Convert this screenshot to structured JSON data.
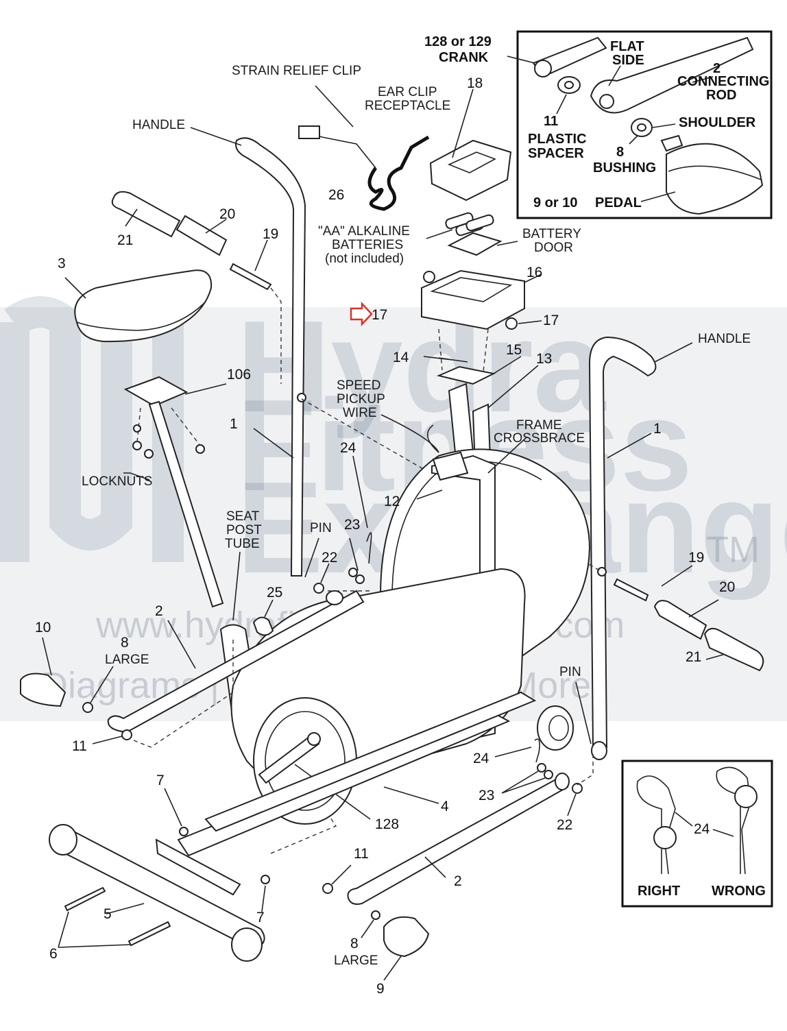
{
  "watermark": {
    "line1": "Hydra",
    "line2": "Fitness",
    "line3": "Exchange",
    "tm": "TM",
    "url": "www.hydrafitnessexchange.com",
    "tagline": "Diagrams | Parts Lists | And More"
  },
  "labels": {
    "crank": "128 or 129",
    "crank_word": "CRANK",
    "flat": "FLAT",
    "side": "SIDE",
    "connecting_num": "2",
    "connecting": "CONNECTING",
    "rod": "ROD",
    "spacer_num": "11",
    "plastic": "PLASTIC",
    "spacer": "SPACER",
    "shoulder": "SHOULDER",
    "bushing_num": "8",
    "bushing": "BUSHING",
    "pedal_num": "9 or 10",
    "pedal": "PEDAL",
    "strain_relief": "STRAIN RELIEF CLIP",
    "ear_clip": "EAR CLIP",
    "receptacle": "RECEPTACLE",
    "handle_left": "HANDLE",
    "handle_right": "HANDLE",
    "aa": "\"AA\" ALKALINE",
    "batteries": "BATTERIES",
    "not_included": "(not included)",
    "battery": "BATTERY",
    "door": "DOOR",
    "speed": "SPEED",
    "pickup": "PICKUP",
    "wire": "WIRE",
    "frame": "FRAME",
    "crossbrace": "CROSSBRACE",
    "locknuts": "LOCKNUTS",
    "seat": "SEAT",
    "post": "POST",
    "tube": "TUBE",
    "pin_left": "PIN",
    "pin_right": "PIN",
    "large_left": "LARGE",
    "large_bottom": "LARGE",
    "right": "RIGHT",
    "wrong": "WRONG"
  },
  "numbers": {
    "n18": "18",
    "n26": "26",
    "n21a": "21",
    "n20a": "20",
    "n19a": "19",
    "n3": "3",
    "n16": "16",
    "n17a": "17",
    "n17b": "17",
    "n14": "14",
    "n15": "15",
    "n13": "13",
    "n106": "106",
    "n1a": "1",
    "n1b": "1",
    "n24a": "24",
    "n12": "12",
    "n23a": "23",
    "n22a": "22",
    "n25": "25",
    "n19b": "19",
    "n20b": "20",
    "n21b": "21",
    "n2a": "2",
    "n10": "10",
    "n8a": "8",
    "n11a": "11",
    "n7a": "7",
    "n24b": "24",
    "n23b": "23",
    "n22b": "22",
    "n4": "4",
    "n128": "128",
    "n24c": "24",
    "n11b": "11",
    "n2b": "2",
    "n7b": "7",
    "n5": "5",
    "n6": "6",
    "n8b": "8",
    "n9": "9"
  },
  "colors": {
    "ink": "#222222",
    "pointer_arrow": "#d9332b",
    "watermark": "#4d6580"
  }
}
